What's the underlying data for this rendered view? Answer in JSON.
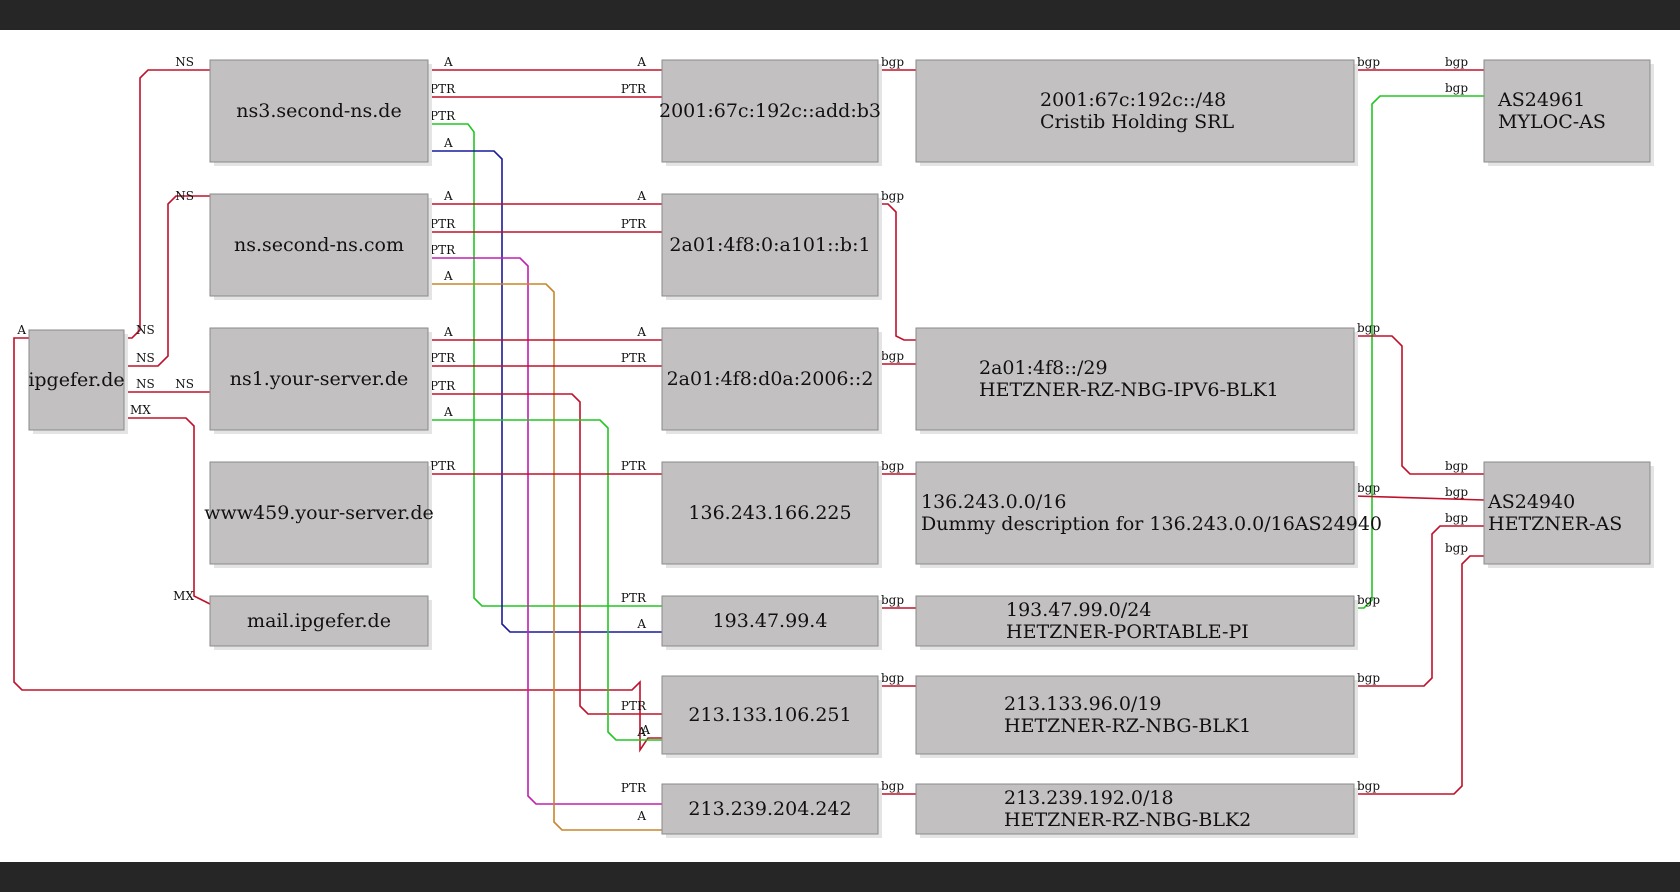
{
  "nodes": {
    "ipgefer": [
      "ipgefer.de"
    ],
    "ns3": [
      "ns3.second-ns.de"
    ],
    "nssecond": [
      "ns.second-ns.com"
    ],
    "ns1": [
      "ns1.your-server.de"
    ],
    "www459": [
      "www459.your-server.de"
    ],
    "mail": [
      "mail.ipgefer.de"
    ],
    "ip_b3": [
      "2001:67c:192c::add:b3"
    ],
    "ip_a101": [
      "2a01:4f8:0:a101::b:1"
    ],
    "ip_d0a": [
      "2a01:4f8:d0a:2006::2"
    ],
    "ip_136": [
      "136.243.166.225"
    ],
    "ip_193": [
      "193.47.99.4"
    ],
    "ip_213a": [
      "213.133.106.251"
    ],
    "ip_213b": [
      "213.239.204.242"
    ],
    "pfx_cristib": [
      "2001:67c:192c::/48",
      "Cristib Holding SRL"
    ],
    "pfx_hetzv6": [
      "2a01:4f8::/29",
      "HETZNER-RZ-NBG-IPV6-BLK1"
    ],
    "pfx_136": [
      "136.243.0.0/16",
      "Dummy description for 136.243.0.0/16AS24940"
    ],
    "pfx_193": [
      "193.47.99.0/24",
      "HETZNER-PORTABLE-PI"
    ],
    "pfx_213a": [
      "213.133.96.0/19",
      "HETZNER-RZ-NBG-BLK1"
    ],
    "pfx_213b": [
      "213.239.192.0/18",
      "HETZNER-RZ-NBG-BLK2"
    ],
    "as_myloc": [
      "AS24961",
      "MYLOC-AS"
    ],
    "as_hetzner": [
      "AS24940",
      "HETZNER-AS"
    ]
  },
  "edges": [
    {
      "from": "ipgefer",
      "to": "ns3",
      "type": "NS",
      "color": "#c0102a"
    },
    {
      "from": "ipgefer",
      "to": "nssecond",
      "type": "NS",
      "color": "#c0102a"
    },
    {
      "from": "ipgefer",
      "to": "ns1",
      "type": "NS",
      "color": "#c0102a"
    },
    {
      "from": "ipgefer",
      "to": "mail",
      "type": "MX",
      "color": "#c0102a"
    },
    {
      "from": "ipgefer",
      "to": "ip_213a",
      "type": "A",
      "color": "#c0102a"
    },
    {
      "from": "ns3",
      "to": "ip_b3",
      "type": "A",
      "color": "#c0102a"
    },
    {
      "from": "ns3",
      "to": "ip_b3",
      "type": "PTR",
      "color": "#c0102a"
    },
    {
      "from": "ns3",
      "to": "ip_193",
      "type": "PTR",
      "color": "#22c622"
    },
    {
      "from": "ns3",
      "to": "ip_193",
      "type": "A",
      "color": "#1a1a9a"
    },
    {
      "from": "nssecond",
      "to": "ip_a101",
      "type": "A",
      "color": "#c0102a"
    },
    {
      "from": "nssecond",
      "to": "ip_a101",
      "type": "PTR",
      "color": "#c0102a"
    },
    {
      "from": "nssecond",
      "to": "ip_213b",
      "type": "PTR",
      "color": "#c020b0"
    },
    {
      "from": "nssecond",
      "to": "ip_213b",
      "type": "A",
      "color": "#c8862a"
    },
    {
      "from": "ns1",
      "to": "ip_d0a",
      "type": "A",
      "color": "#c0102a"
    },
    {
      "from": "ns1",
      "to": "ip_d0a",
      "type": "PTR",
      "color": "#c0102a"
    },
    {
      "from": "ns1",
      "to": "ip_213a",
      "type": "PTR",
      "color": "#c0102a"
    },
    {
      "from": "ns1",
      "to": "ip_213a",
      "type": "A",
      "color": "#22c622"
    },
    {
      "from": "www459",
      "to": "ip_136",
      "type": "PTR",
      "color": "#c0102a"
    },
    {
      "from": "ip_b3",
      "to": "pfx_cristib",
      "type": "bgp",
      "color": "#c0102a"
    },
    {
      "from": "ip_a101",
      "to": "pfx_hetzv6",
      "type": "bgp",
      "color": "#c0102a"
    },
    {
      "from": "ip_d0a",
      "to": "pfx_hetzv6",
      "type": "bgp",
      "color": "#c0102a"
    },
    {
      "from": "ip_136",
      "to": "pfx_136",
      "type": "bgp",
      "color": "#c0102a"
    },
    {
      "from": "ip_193",
      "to": "pfx_193",
      "type": "bgp",
      "color": "#c0102a"
    },
    {
      "from": "ip_213a",
      "to": "pfx_213a",
      "type": "bgp",
      "color": "#c0102a"
    },
    {
      "from": "ip_213b",
      "to": "pfx_213b",
      "type": "bgp",
      "color": "#c0102a"
    },
    {
      "from": "pfx_cristib",
      "to": "as_myloc",
      "type": "bgp",
      "color": "#c0102a"
    },
    {
      "from": "pfx_193",
      "to": "as_myloc",
      "type": "bgp",
      "color": "#22c622"
    },
    {
      "from": "pfx_hetzv6",
      "to": "as_hetzner",
      "type": "bgp",
      "color": "#c0102a"
    },
    {
      "from": "pfx_136",
      "to": "as_hetzner",
      "type": "bgp",
      "color": "#c0102a"
    },
    {
      "from": "pfx_213a",
      "to": "as_hetzner",
      "type": "bgp",
      "color": "#c0102a"
    },
    {
      "from": "pfx_213b",
      "to": "as_hetzner",
      "type": "bgp",
      "color": "#c0102a"
    }
  ]
}
